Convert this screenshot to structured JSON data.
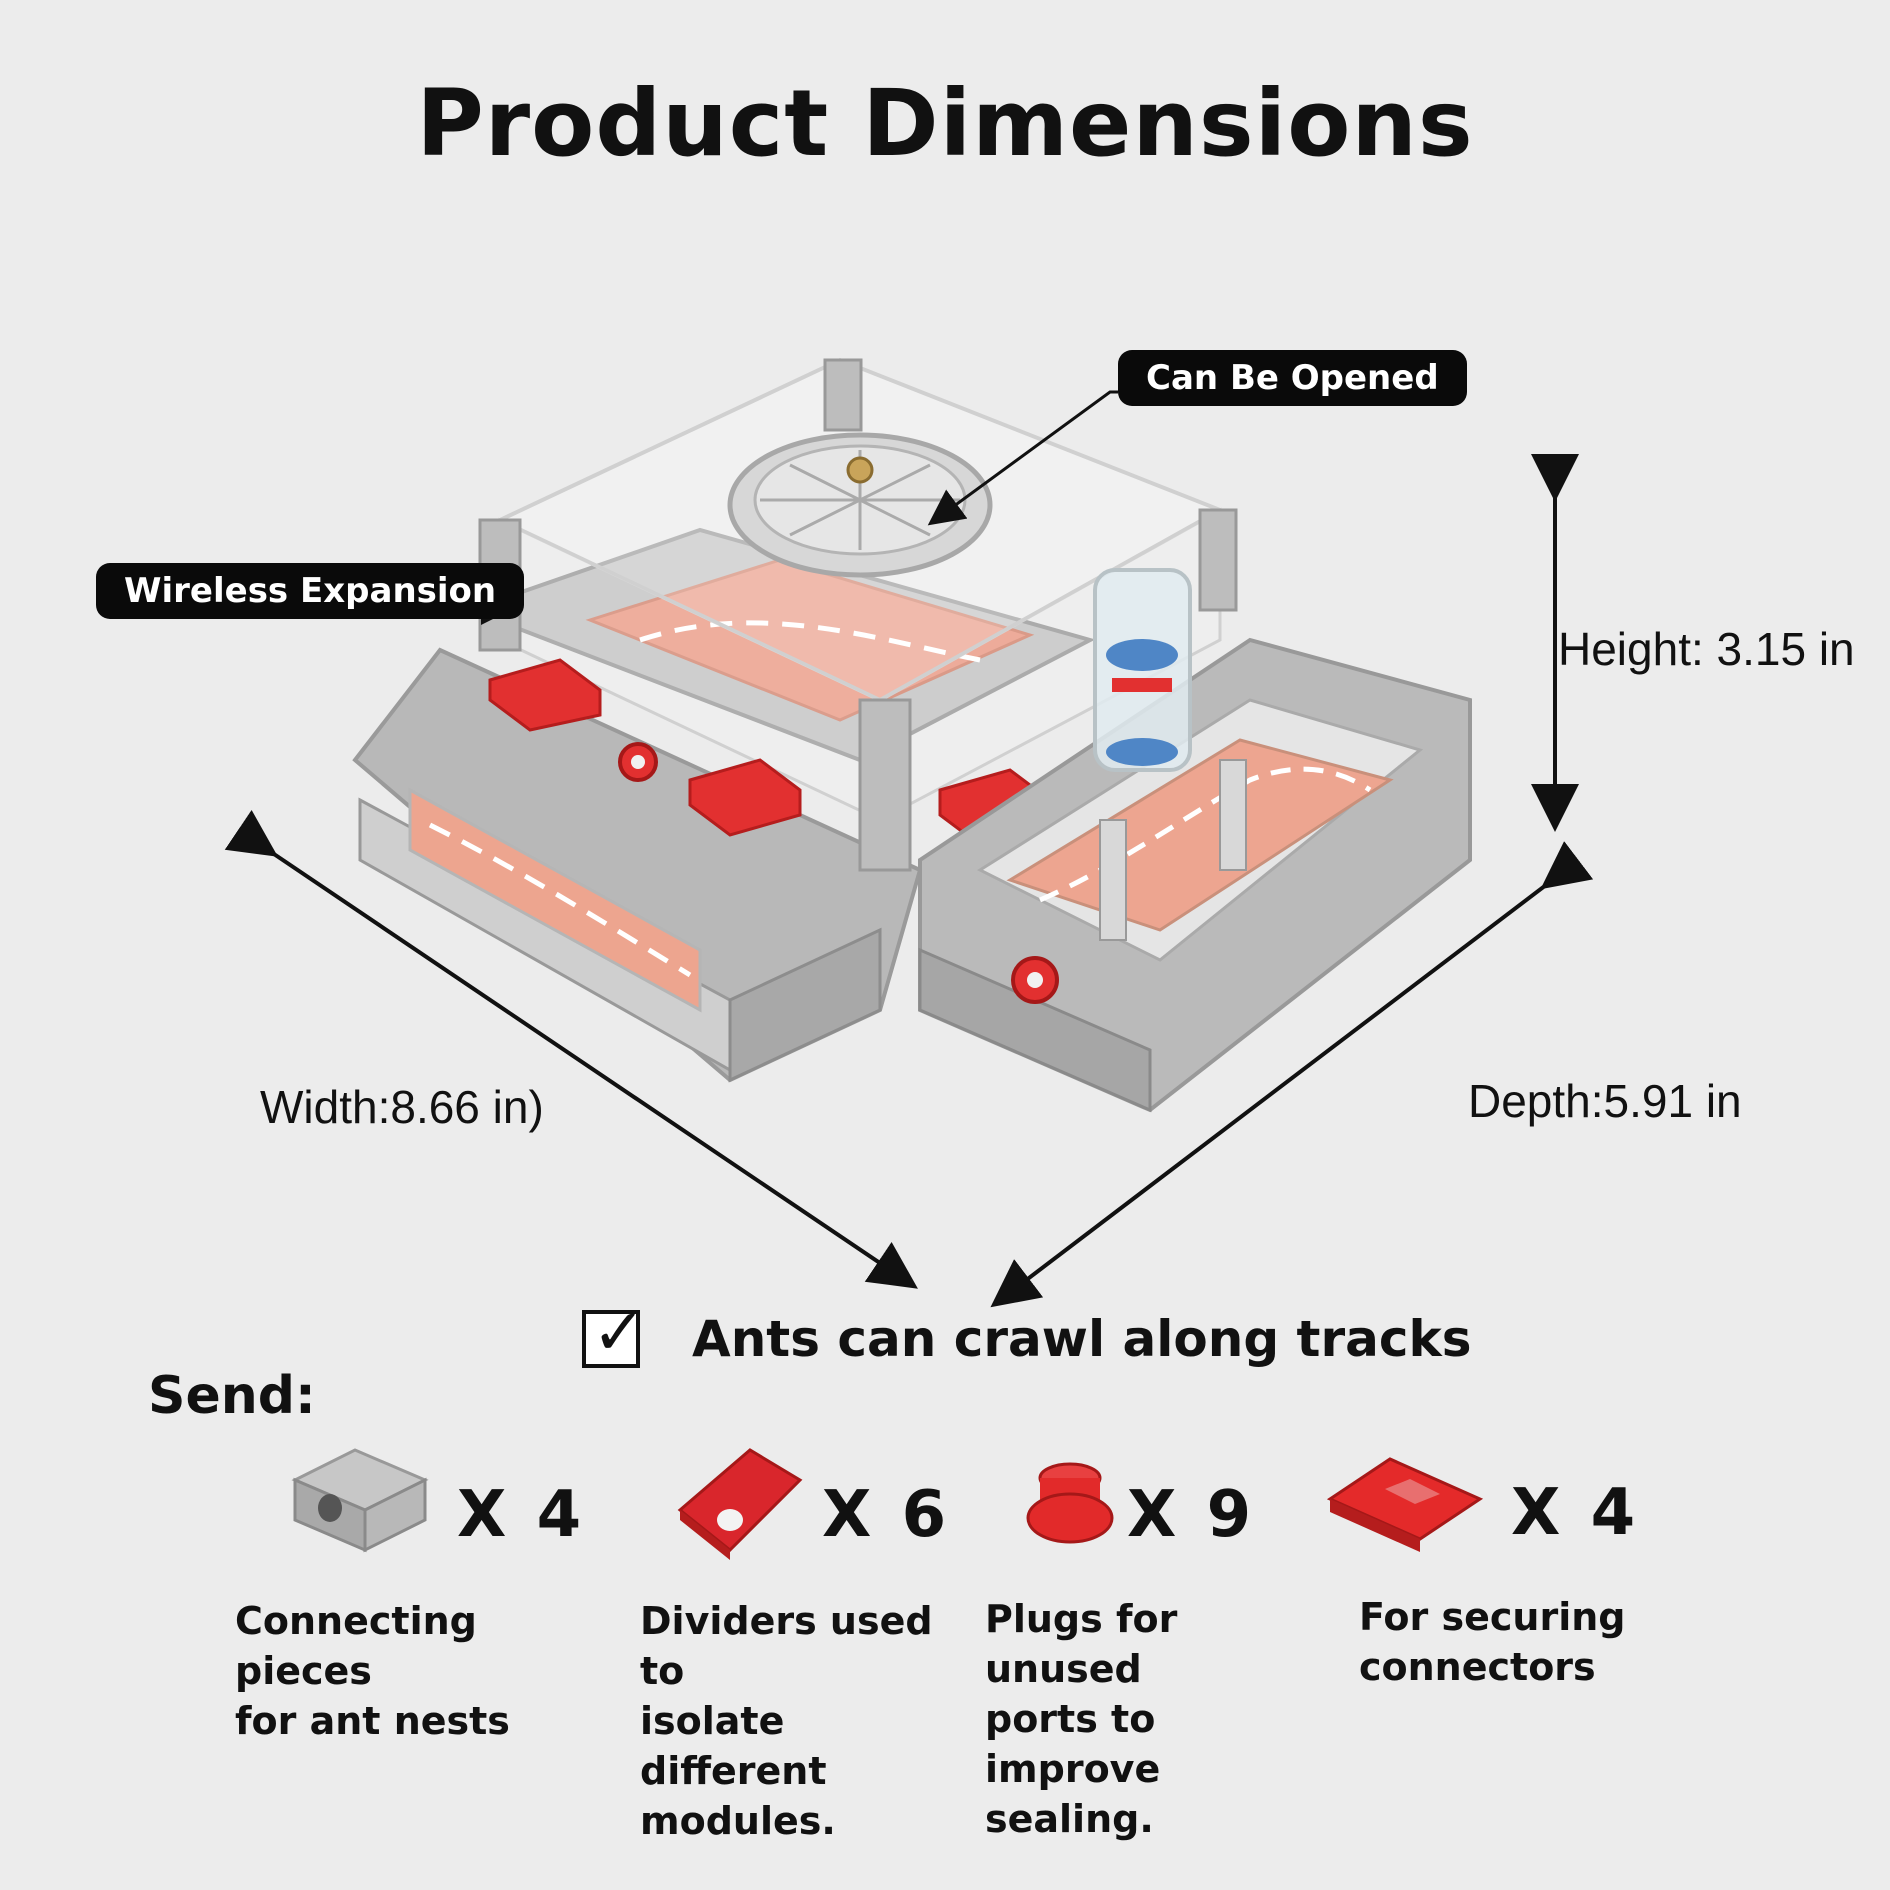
{
  "title": "Product Dimensions",
  "callouts": {
    "can_be_opened": "Can Be Opened",
    "wireless_expansion": "Wireless Expansion"
  },
  "dimensions": {
    "height": "Height: 3.15 in",
    "width": "Width:8.66 in)",
    "depth": "Depth:5.91 in"
  },
  "feature": {
    "checked": true,
    "text": "Ants can crawl along tracks"
  },
  "send": {
    "label": "Send:",
    "items": [
      {
        "icon": "connector-block-icon",
        "qty": "X 4",
        "desc": "Connecting pieces\nfor ant nests",
        "color": "#a9a9a9"
      },
      {
        "icon": "divider-tab-icon",
        "qty": "X 6",
        "desc": "Dividers used to\nisolate different\nmodules.",
        "color": "#d9262c"
      },
      {
        "icon": "plug-icon",
        "qty": "X 9",
        "desc": "Plugs for unused\n ports to improve\n sealing.",
        "color": "#e22a2a"
      },
      {
        "icon": "clip-icon",
        "qty": "X 4",
        "desc": "For securing\nconnectors",
        "color": "#e42a2a"
      }
    ]
  },
  "colors": {
    "background": "#ececec",
    "frame_gray": "#bdbdbd",
    "accent_red": "#e23030",
    "sand": "#e8a48f"
  }
}
